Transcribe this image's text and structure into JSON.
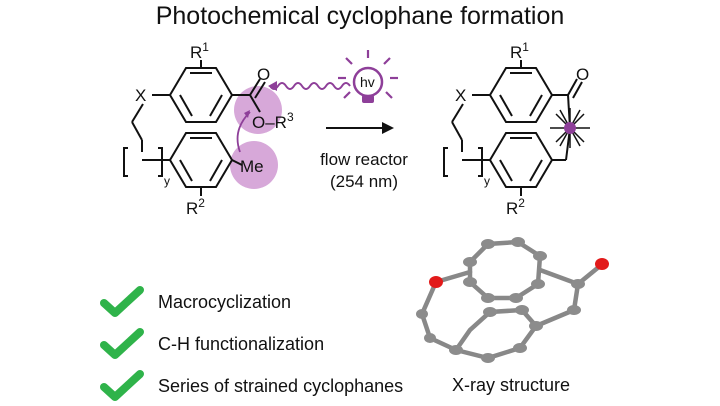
{
  "title": "Photochemical cyclophane formation",
  "reactant": {
    "x_label": "X",
    "r1": "R",
    "r1_sup": "1",
    "r2": "R",
    "r2_sup": "2",
    "o_label": "O",
    "or3_label": "O–R",
    "r3_sup": "3",
    "me_label": "Me",
    "y_label": "y",
    "hv_label": "hv"
  },
  "conditions": {
    "line1": "flow reactor",
    "line2": "(254 nm)"
  },
  "product": {
    "x_label": "X",
    "r1": "R",
    "r1_sup": "1",
    "r2": "R",
    "r2_sup": "2",
    "o_label": "O",
    "y_label": "y"
  },
  "bullets": [
    {
      "label": "Macrocyclization"
    },
    {
      "label": "C-H functionalization"
    },
    {
      "label": "Series of strained cyclophanes"
    }
  ],
  "xray_label": "X-ray structure",
  "colors": {
    "highlight": "#d7a8d9",
    "photon": "#8e3f99",
    "check": "#2fb34a",
    "oxygen_atom": "#e21a1a",
    "carbon_atom": "#8c8c8c",
    "radical": "#8e3f99"
  }
}
